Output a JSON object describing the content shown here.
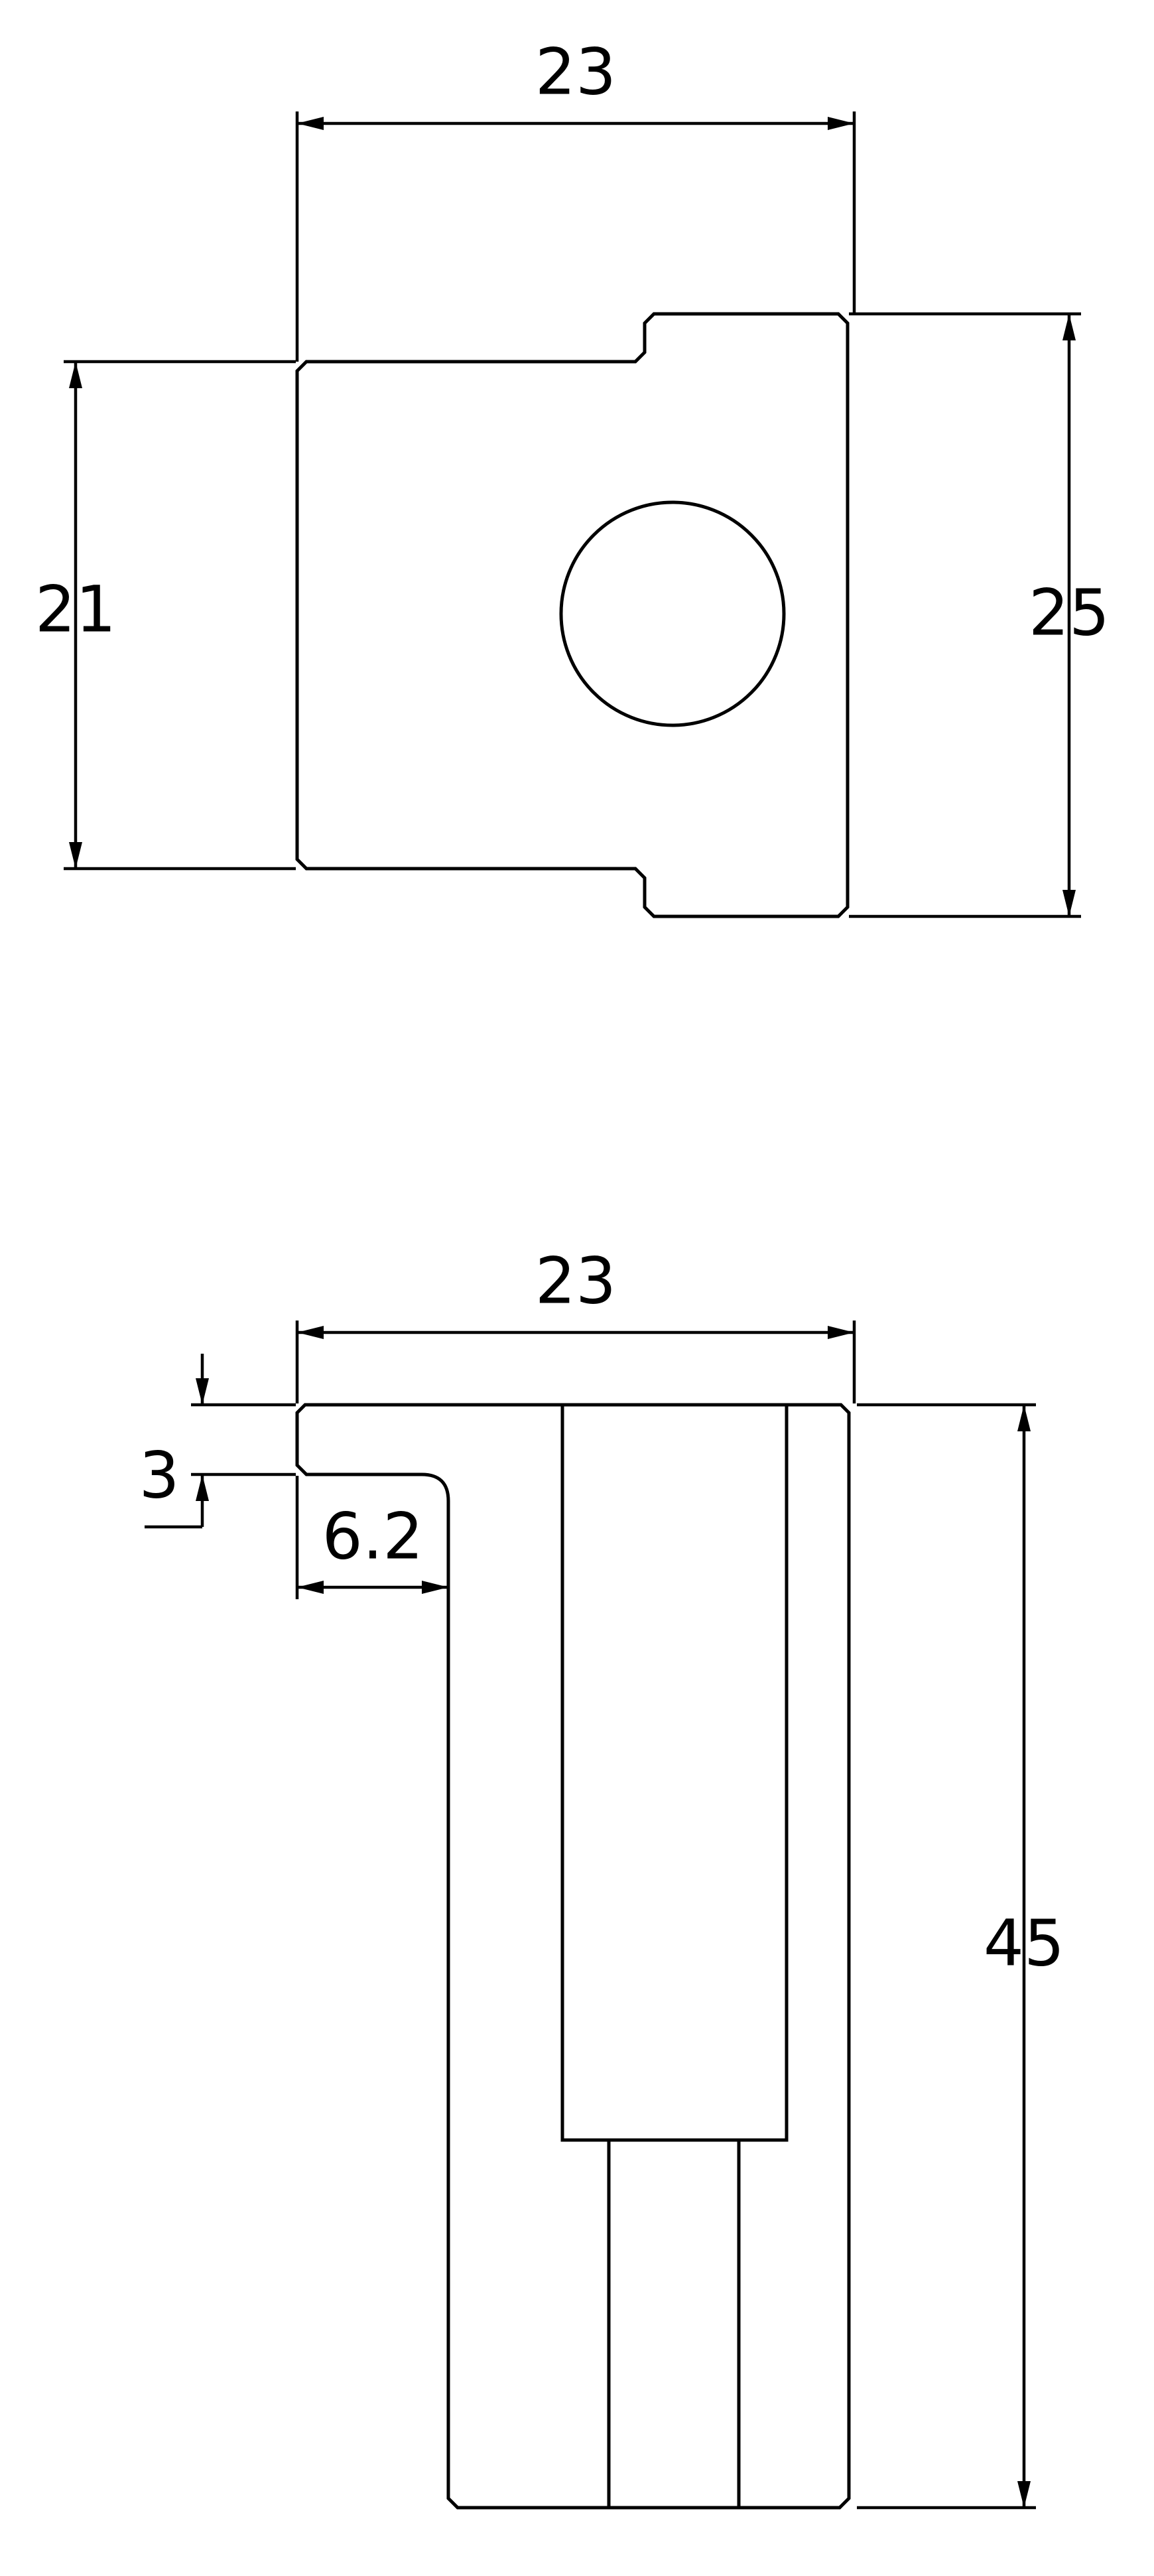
{
  "drawing": {
    "colors": {
      "line": "#000000",
      "background": "#ffffff"
    },
    "top_view": {
      "width_dimension": "23",
      "left_height_dimension": "21",
      "right_height_dimension": "25"
    },
    "side_view": {
      "width_dimension": "23",
      "step_height_dimension": "3",
      "step_width_dimension": "6.2",
      "height_dimension": "45"
    }
  }
}
